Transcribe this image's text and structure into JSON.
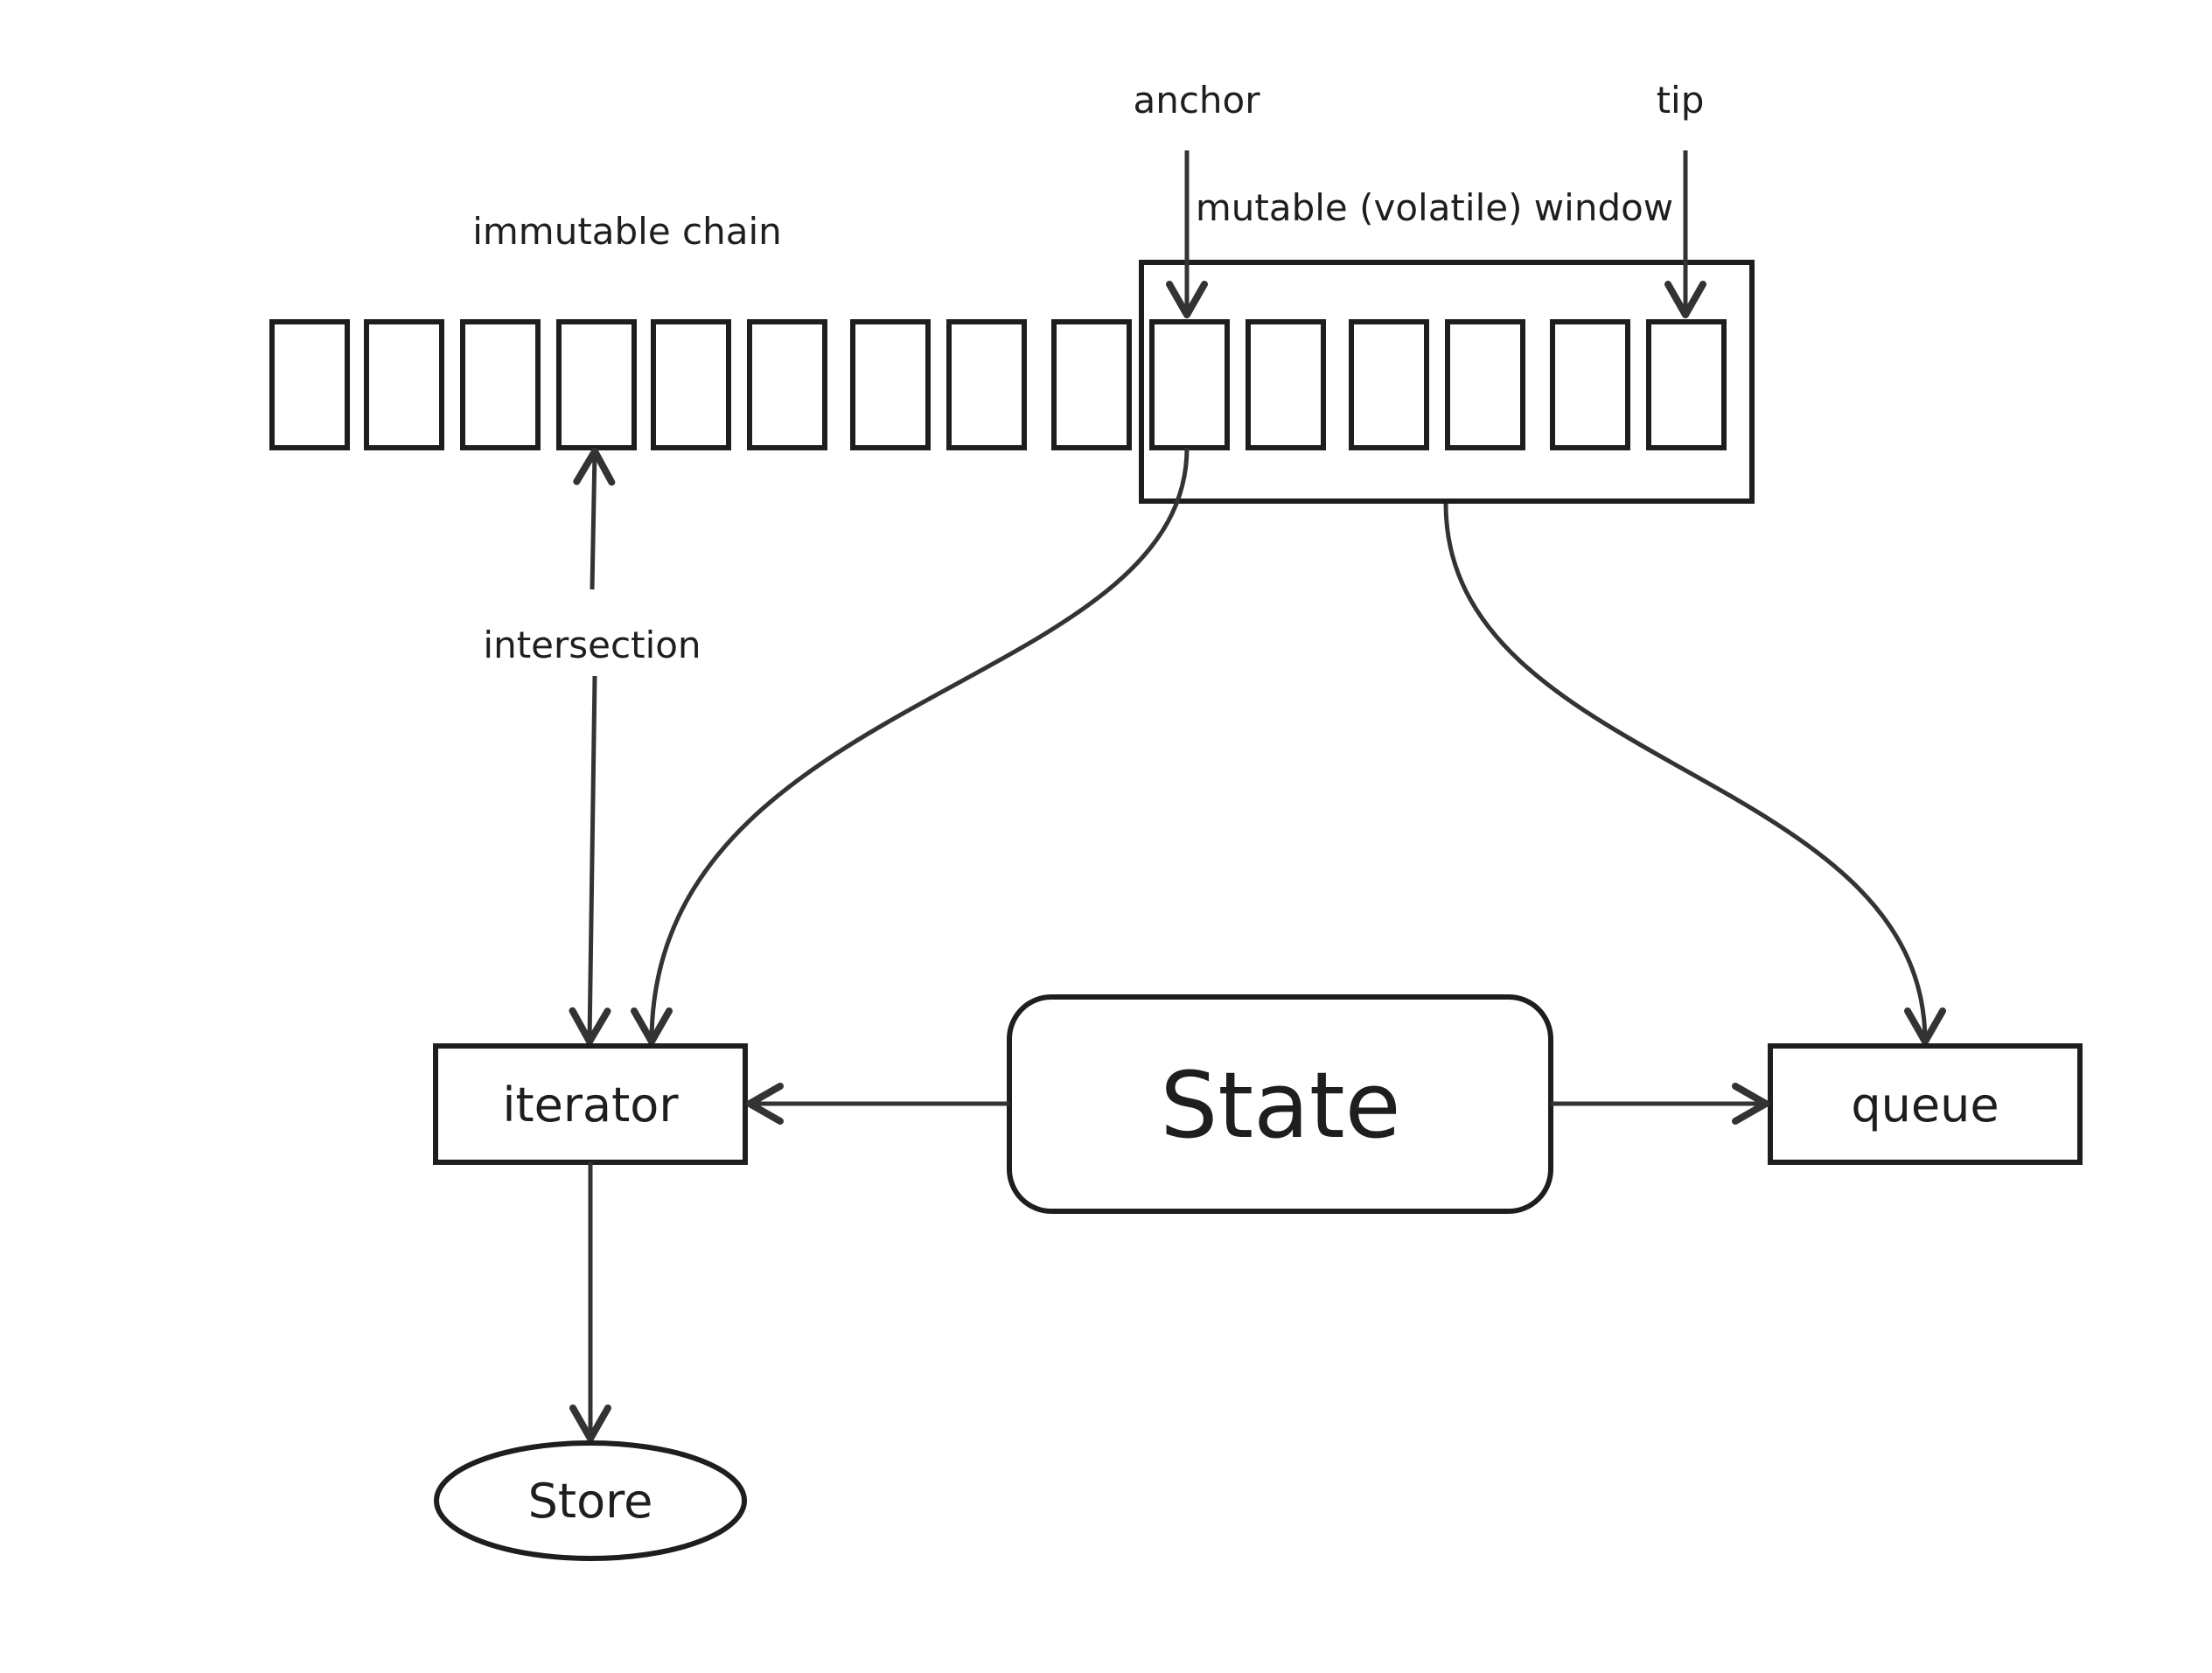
{
  "labels": {
    "anchor": "anchor",
    "tip": "tip",
    "immutable_chain": "immutable chain",
    "mutable_window": "mutable (volatile) window",
    "intersection": "intersection"
  },
  "nodes": {
    "iterator": "iterator",
    "state": "State",
    "queue": "queue",
    "store": "Store"
  },
  "chain": {
    "immutable_block_count": 9,
    "mutable_block_count": 6
  },
  "colors": {
    "stroke": "#1e1e1e",
    "edge": "#333333",
    "background": "#ffffff"
  }
}
